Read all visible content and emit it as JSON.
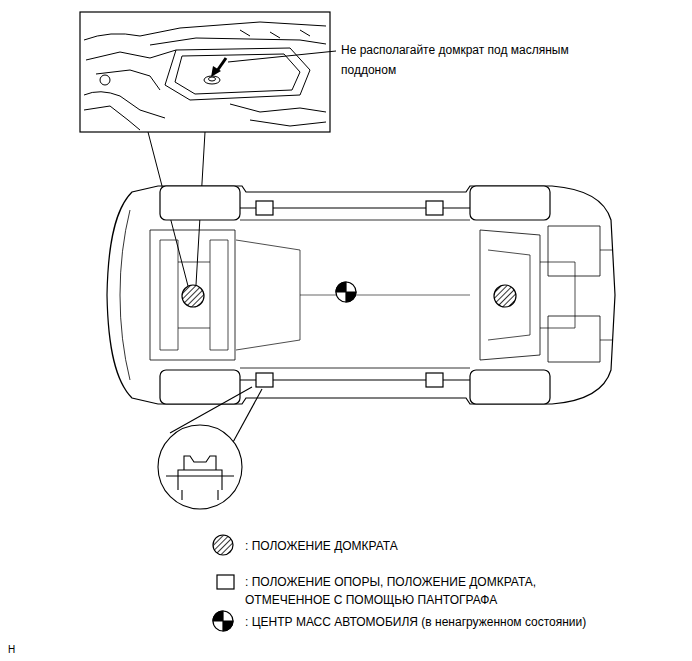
{
  "diagram": {
    "labels": [
      "Не располагайте домкрат под масляным поддоном",
      "H"
    ],
    "legend": [
      {
        "text": ": ПОЛОЖЕНИЕ ДОМКРАТА"
      },
      {
        "text": ": ПОЛОЖЕНИЕ ОПОРЫ, ПОЛОЖЕНИЕ ДОМКРАТА, ОТМЕЧЕННОЕ С ПОМОЩЬЮ ПАНТОГРАФА"
      },
      {
        "text": ": ЦЕНТР МАСС АВТОМОБИЛЯ (в ненагруженном состоянии)"
      }
    ]
  }
}
